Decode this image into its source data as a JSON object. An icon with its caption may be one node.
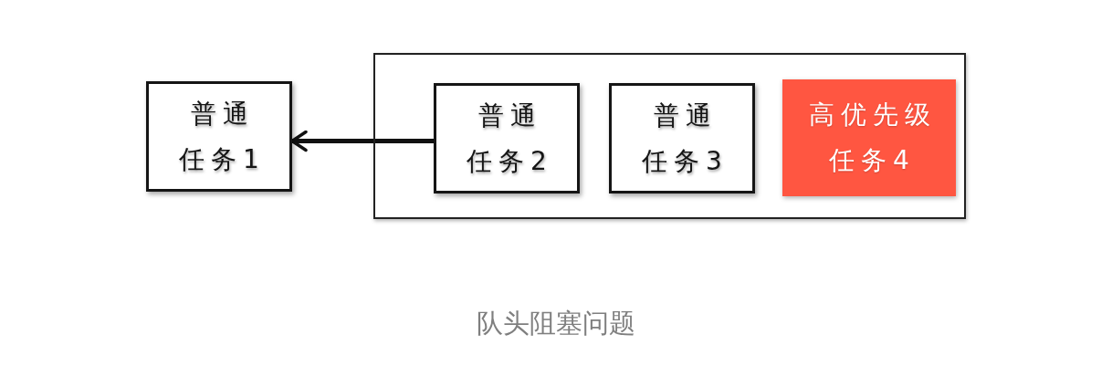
{
  "diagram": {
    "caption": "队头阻塞问题",
    "nodes": [
      {
        "text": [
          "普通任务1"
        ]
      },
      {
        "text": [],
        "shape": "box"
      },
      {
        "text": [
          "普通任务2"
        ],
        "in": 1
      },
      {
        "text": [
          "普通任务3"
        ],
        "in": 1
      },
      {
        "text": [
          "高优先级任务4"
        ],
        "in": 1
      }
    ],
    "edges": [
      {
        "from": 2,
        "to": 0,
        "arrow": "to"
      }
    ]
  }
}
